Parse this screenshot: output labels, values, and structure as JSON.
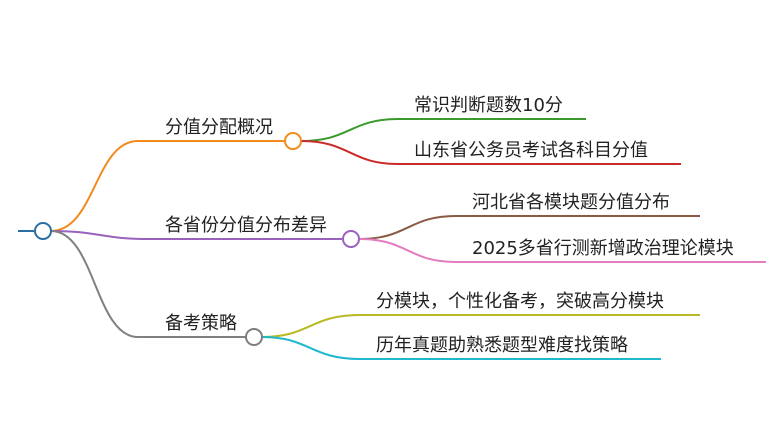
{
  "mindmap": {
    "root": {
      "label": "",
      "color": "#2b6ea3"
    },
    "branches": [
      {
        "label": "分值分配概况",
        "color": "#f28a1c",
        "children": [
          {
            "label": "常识判断题数10分",
            "color": "#3a9a2c"
          },
          {
            "label": "山东省公务员考试各科目分值",
            "color": "#cc2b2b"
          }
        ]
      },
      {
        "label": "各省份分值分布差异",
        "color": "#9a62bd",
        "children": [
          {
            "label": "河北省各模块题分值分布",
            "color": "#8a5a44"
          },
          {
            "label": "2025多省行测新增政治理论模块",
            "color": "#e47cbf"
          }
        ]
      },
      {
        "label": "备考策略",
        "color": "#7f7f7f",
        "children": [
          {
            "label": "分模块，个性化备考，突破高分模块",
            "color": "#b9b925"
          },
          {
            "label": "历年真题助熟悉题型难度找策略",
            "color": "#1fb8cf"
          }
        ]
      }
    ]
  }
}
